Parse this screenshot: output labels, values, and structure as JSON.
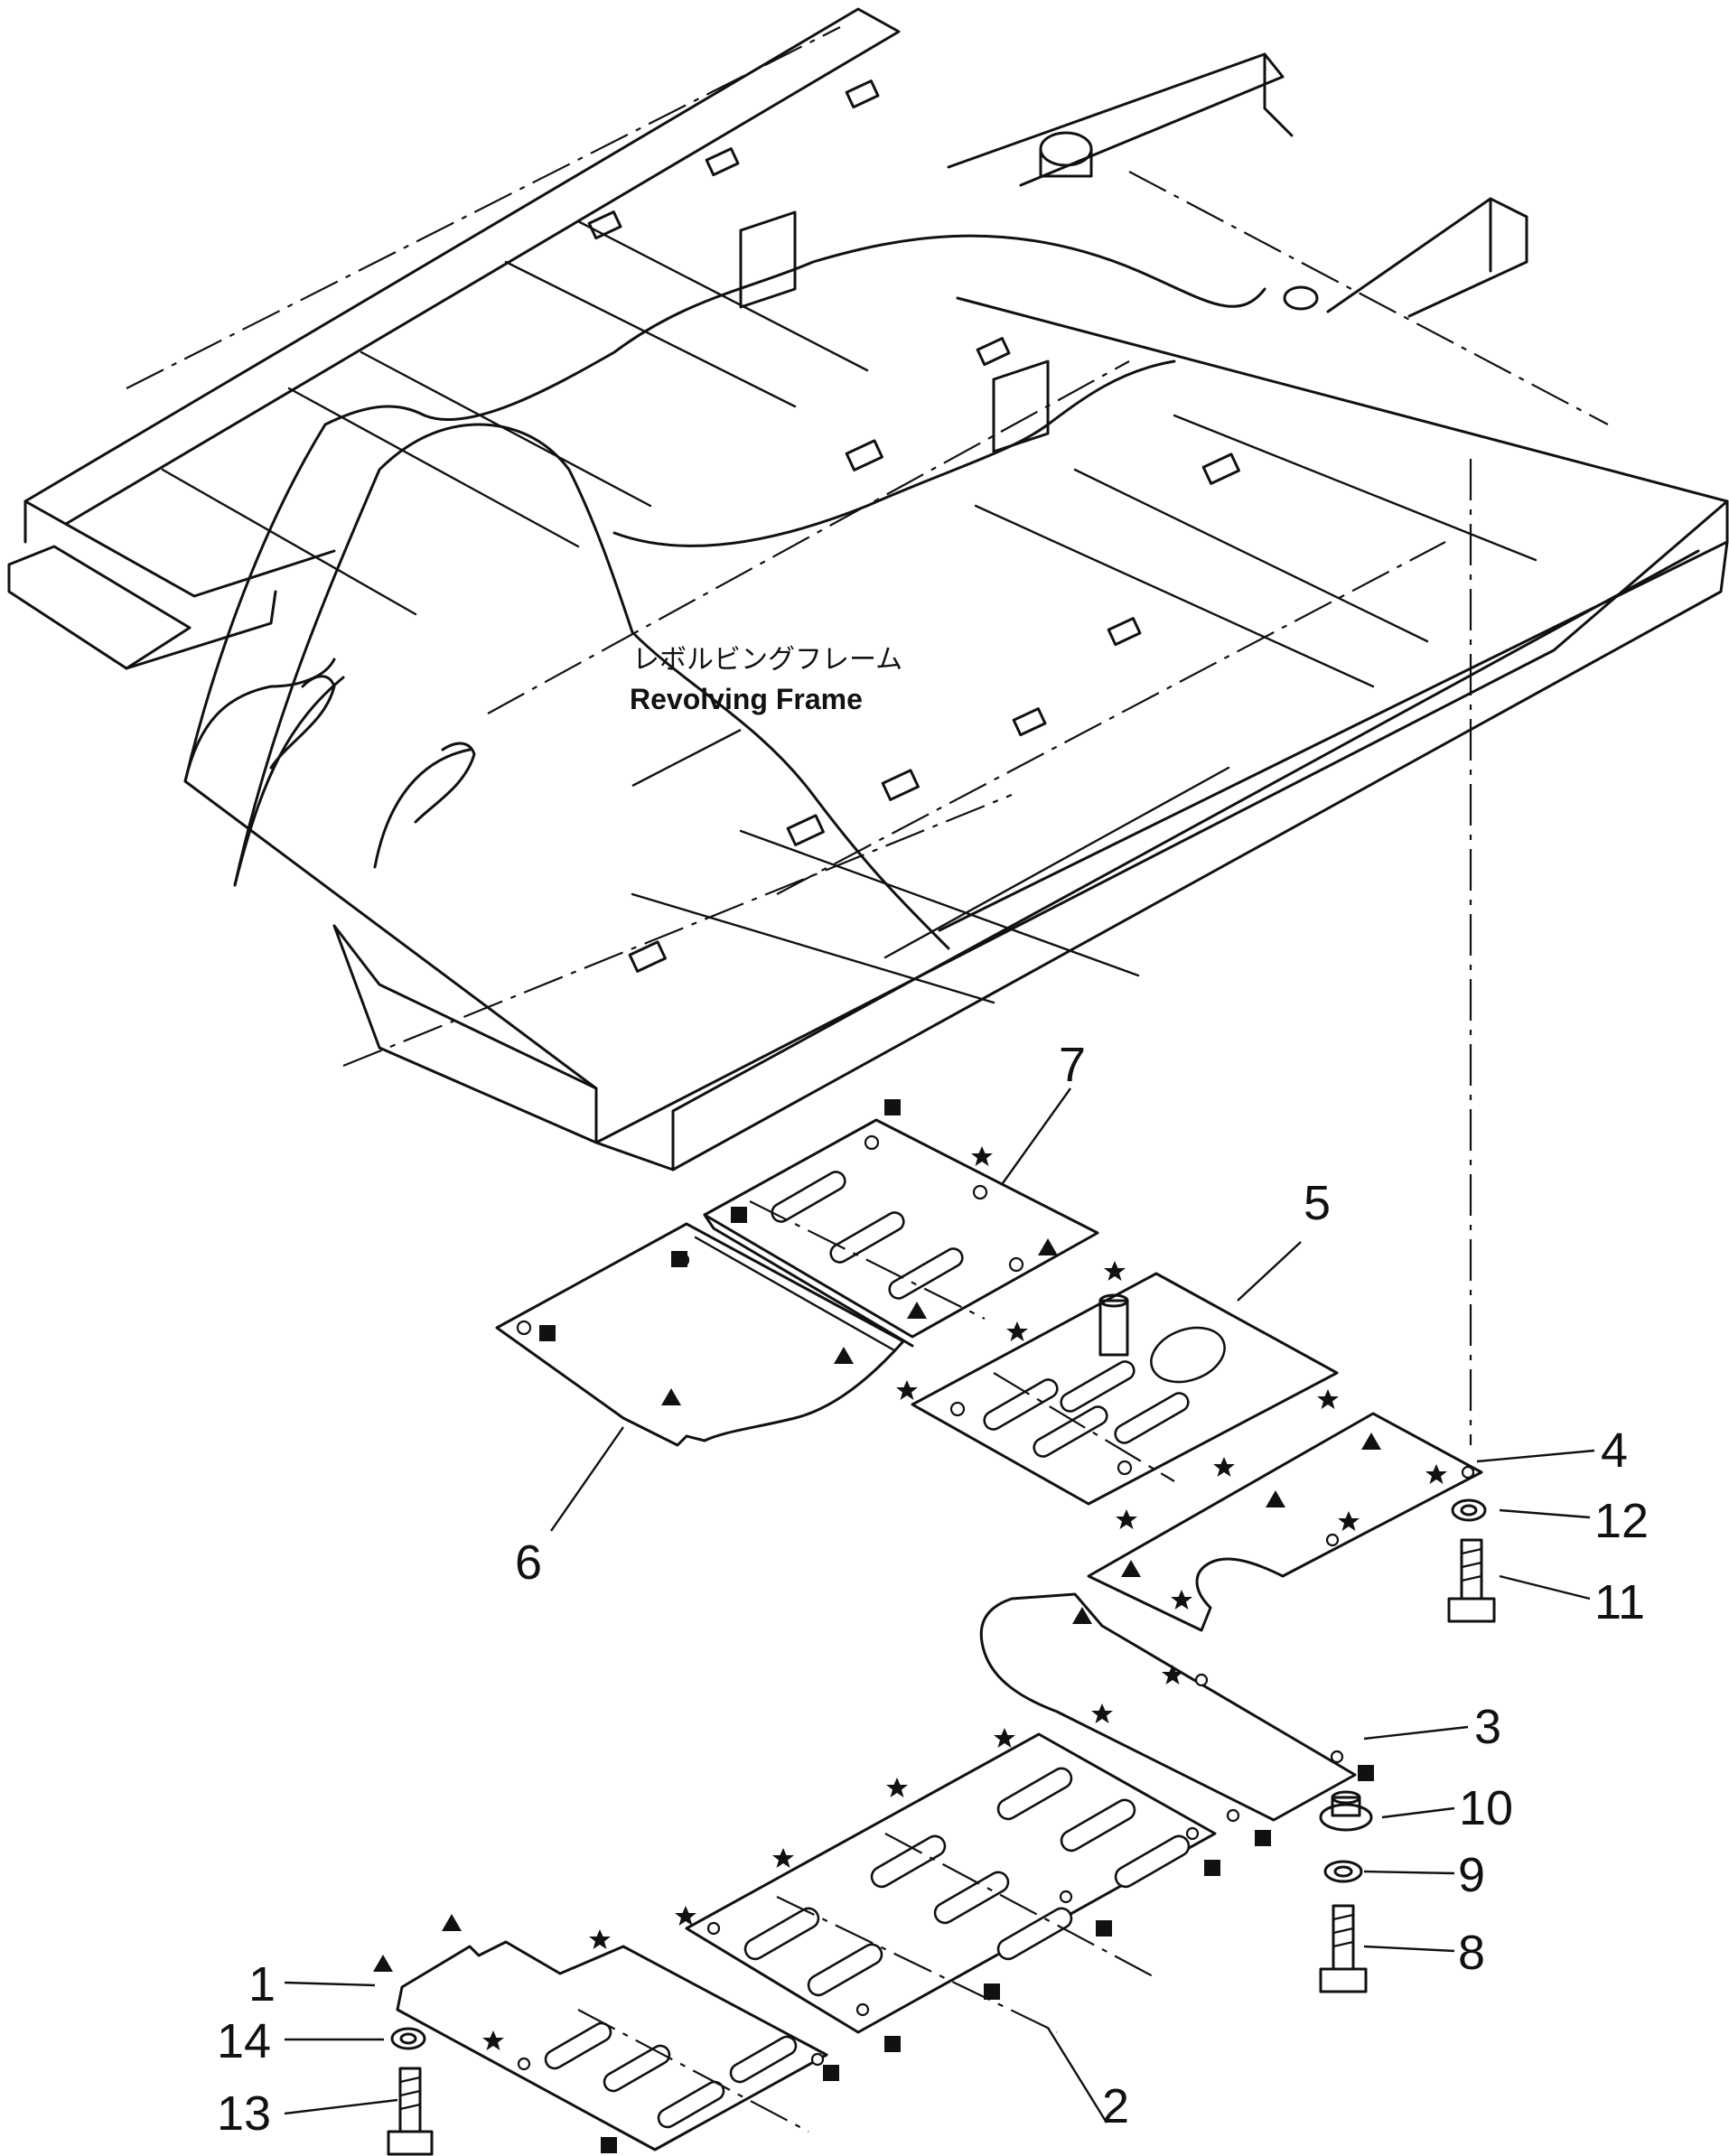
{
  "frame_label": {
    "jp": "レボルビングフレーム",
    "en": "Revolving Frame"
  },
  "callouts": {
    "n1": "1",
    "n2": "2",
    "n3": "3",
    "n4": "4",
    "n5": "5",
    "n6": "6",
    "n7": "7",
    "n8": "8",
    "n9": "9",
    "n10": "10",
    "n11": "11",
    "n12": "12",
    "n13": "13",
    "n14": "14"
  },
  "markers": [
    "square",
    "star",
    "triangle"
  ]
}
